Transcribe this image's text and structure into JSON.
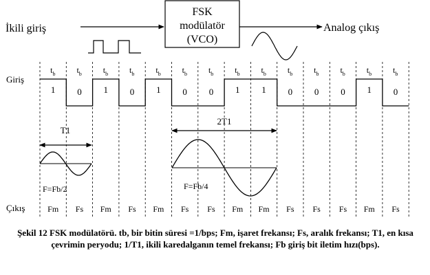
{
  "block": {
    "input_label": "İkili giriş",
    "modulator_line1": "FSK",
    "modulator_line2": "modülatör",
    "modulator_line3": "(VCO)",
    "output_label": "Analog çıkış"
  },
  "rows": {
    "input_label": "Giriş",
    "output_label": "Çıkış"
  },
  "bit_time_symbol": "t",
  "bit_time_subscript": "b",
  "input_bits": [
    "1",
    "0",
    "1",
    "0",
    "1",
    "0",
    "0",
    "1",
    "1",
    "0",
    "0",
    "0",
    "1",
    "0"
  ],
  "output_symbols": [
    "Fm",
    "Fs",
    "Fm",
    "Fs",
    "Fm",
    "Fs",
    "Fs",
    "Fm",
    "Fm",
    "Fs",
    "Fs",
    "Fs",
    "Fm",
    "Fs"
  ],
  "annotations": {
    "period_short": "T1",
    "period_long": "2T1",
    "freq_fast": "F=Fb/2",
    "freq_slow": "F=Fb/4"
  },
  "caption": "Şekil 12 FSK modülatörü. tb, bir bitin süresi =1/bps; Fm, işaret frekansı; Fs, aralık frekansı; T1, en kısa çevrimin peryodu; 1/T1, ikili karedalganın temel frekansı; Fb giriş bit iletim hızı(bps)."
}
